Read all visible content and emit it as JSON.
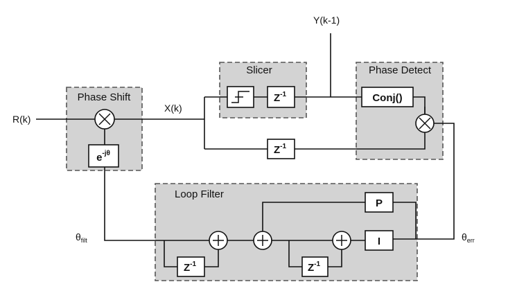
{
  "groups": {
    "phase_shift": "Phase Shift",
    "slicer": "Slicer",
    "phase_detect": "Phase Detect",
    "loop_filter": "Loop Filter"
  },
  "signals": {
    "input": "R(k)",
    "x": "X(k)",
    "y_prev": "Y(k-1)",
    "theta": "θ",
    "theta_filt_sub": "filt",
    "theta_err_sub": "err"
  },
  "blocks": {
    "delay_base": "Z",
    "delay_exp": "-1",
    "exp_base": "e",
    "exp_power": "-jθ",
    "conj": "Conj()",
    "prop": "P",
    "integ": "I"
  }
}
